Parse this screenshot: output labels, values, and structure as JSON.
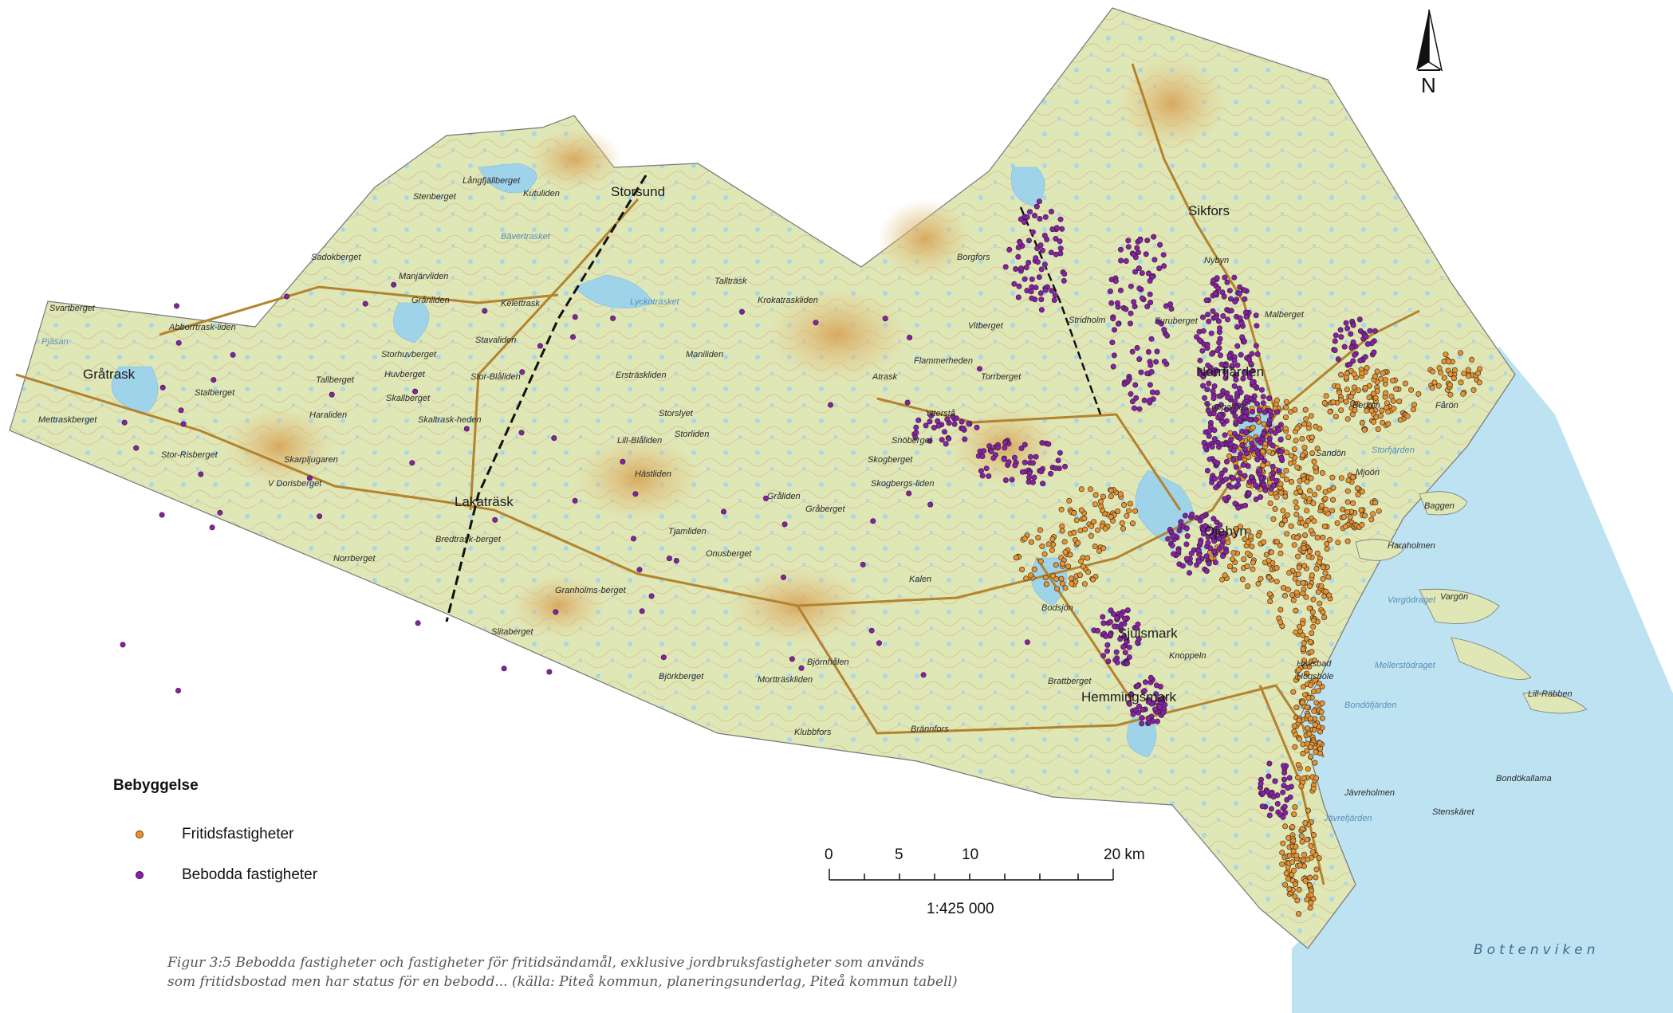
{
  "legend": {
    "title": "Bebyggelse",
    "items": [
      {
        "label": "Fritidsfastigheter",
        "color": "#e8932f"
      },
      {
        "label": "Bebodda fastigheter",
        "color": "#8b1fa8"
      }
    ]
  },
  "scale_bar": {
    "ticks": [
      "0",
      "5",
      "10",
      "20 km"
    ],
    "ratio": "1:425 000"
  },
  "north_arrow": "N",
  "sea_label": "Bottenviken",
  "caption": "Figur 3:5 Bebodda fastigheter och fastigheter för fritidsändamål, exklusive jordbruksfastigheter som används",
  "caption_line2": "som fritidsbostad men har status för en bebodd... (källa: Piteå kommun, planeringsunderlag, Piteå kommun tabell)",
  "towns": [
    "Storsund",
    "Gråtrask",
    "Lakaträsk",
    "Sjulsmark",
    "Hemmingsmark",
    "Norrfjärden",
    "Sikfors",
    "Öjebyn"
  ],
  "places": [
    "Långfjällberget",
    "Kutuliden",
    "Stenberget",
    "Sadokberget",
    "Manjärvliden",
    "Kelettrask",
    "Grånliden",
    "Stavaliden",
    "Storhuvberget",
    "Huvberget",
    "Stor-Blåliden",
    "Skallberget",
    "Skaltrask-heden",
    "Tallberget",
    "Haraliden",
    "Skarpljugaren",
    "V Dorisberget",
    "Stor-Risberget",
    "Mettraskberget",
    "Svartberget",
    "Abborrtrask-liden",
    "Stalberget",
    "Bredtrask-berget",
    "Norrberget",
    "Slitaberget",
    "Granholms-berget",
    "Tallträsk",
    "Krokatraskliden",
    "Maniliden",
    "Ersträskliden",
    "Storslyet",
    "Storliden",
    "Lill-Blåliden",
    "Hästliden",
    "Tjamliden",
    "Onusberget",
    "Gråliden",
    "Gråberget",
    "Skogberget",
    "Skogbergs-liden",
    "Snöberget",
    "Ytterstå",
    "Atrask",
    "Flammerheden",
    "Vitberget",
    "Torrberget",
    "Borgfors",
    "Kalen",
    "Bodsjön",
    "Björkberget",
    "Mortträskliden",
    "Björnhålen",
    "Klubbfors",
    "Brännfors",
    "Brattberget",
    "Knoppeln",
    "Stridholm",
    "Furuberget",
    "Nybyn",
    "Malberget",
    "Kopparnäs",
    "Berkön",
    "Sandön",
    "Mjoön",
    "Storfjärden",
    "Baggen",
    "Haraholmen",
    "Vargön",
    "Vargödraget",
    "Lill-Räbben",
    "Mellerstödraget",
    "Bondöfjärden",
    "Bondökallama",
    "Jävreholmen",
    "Jävrefjärden",
    "Stenskäret",
    "Högsböle",
    "Havsbad",
    "Fårön"
  ],
  "lakes": [
    "Bävertrasket",
    "Lyckoträsket",
    "Pjäsan"
  ]
}
